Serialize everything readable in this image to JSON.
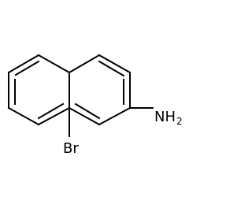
{
  "molecule": {
    "labels": {
      "substituent_1": "NH",
      "substituent_1_subscript": "2",
      "substituent_2": "Br"
    },
    "colors": {
      "bond": "#000000",
      "label": "#000000",
      "background": "#ffffff"
    }
  }
}
